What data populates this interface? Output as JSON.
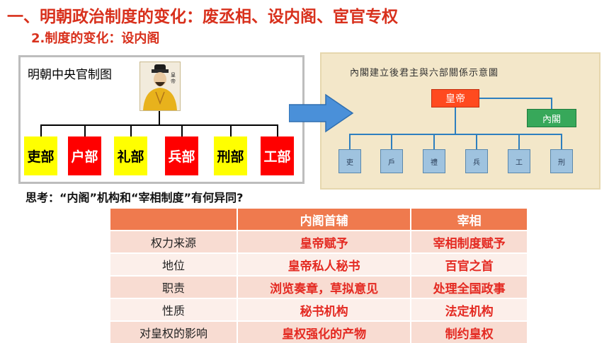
{
  "title": "一、明朝政治制度的变化：废丞相、设内阁、宦官专权",
  "subtitle": "2.制度的变化：设内阁",
  "left_chart": {
    "title": "明朝中央官制图",
    "emperor_mark": "皇帝",
    "departments": [
      "吏部",
      "户部",
      "礼部",
      "兵部",
      "刑部",
      "工部"
    ]
  },
  "right_diagram": {
    "title": "內閣建立後君主與六部關係示意圖",
    "emperor": "皇帝",
    "neige": "內閣",
    "departments": [
      "吏",
      "戶",
      "禮",
      "兵",
      "工",
      "刑"
    ]
  },
  "question": "思考：“内阁”机构和“宰相制度”有何异同?",
  "table": {
    "headers": [
      "",
      "内阁首辅",
      "宰相"
    ],
    "rows": [
      {
        "label": "权力来源",
        "neige": "皇帝赋予",
        "zaixiang": "宰相制度赋予"
      },
      {
        "label": "地位",
        "neige": "皇帝私人秘书",
        "zaixiang": "百官之首"
      },
      {
        "label": "职责",
        "neige": "浏览奏章，草拟意见",
        "zaixiang": "处理全国政事"
      },
      {
        "label": "性质",
        "neige": "秘书机构",
        "zaixiang": "法定机构"
      },
      {
        "label": "对皇权的影响",
        "neige": "皇权强化的产物",
        "zaixiang": "制约皇权"
      }
    ]
  },
  "colors": {
    "title_red": "#d8301c",
    "dept_yellow": "#ffff00",
    "dept_red": "#ff0000",
    "table_header": "#ef7a4e",
    "arrow_blue": "#4a90d9"
  }
}
